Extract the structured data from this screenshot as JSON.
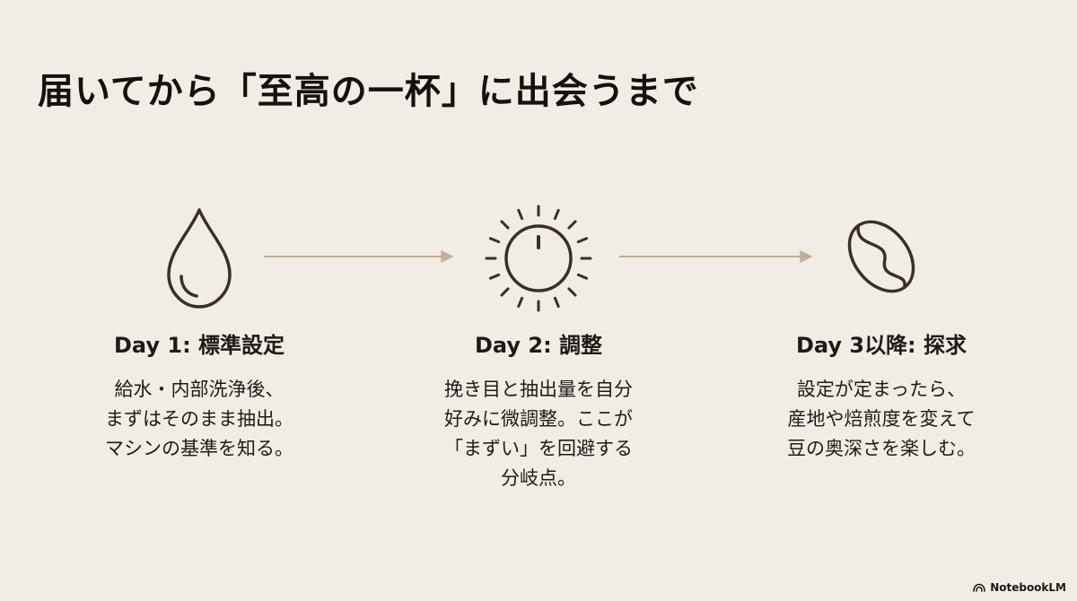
{
  "title": "届いてから「至高の一杯」に出会うまで",
  "steps": [
    {
      "icon": "water-drop-icon",
      "title": "Day 1: 標準設定",
      "lines": [
        "給水・内部洗浄後、",
        "まずはそのまま抽出。",
        "マシンの基準を知る。"
      ]
    },
    {
      "icon": "dial-knob-icon",
      "title": "Day 2: 調整",
      "lines": [
        "挽き目と抽出量を自分",
        "好みに微調整。ここが",
        "「まずい」を回避する",
        "分岐点。"
      ]
    },
    {
      "icon": "coffee-bean-icon",
      "title": "Day 3以降: 探求",
      "lines": [
        "設定が定まったら、",
        "産地や焙煎度を変えて",
        "豆の奥深さを楽しむ。"
      ]
    }
  ],
  "colors": {
    "background": "#f1ede4",
    "text": "#1f1a17",
    "icon_stroke": "#3a2f29",
    "arrow": "#c4ad99"
  },
  "brand": {
    "icon": "notebooklm-logo-icon",
    "label": "NotebookLM"
  }
}
